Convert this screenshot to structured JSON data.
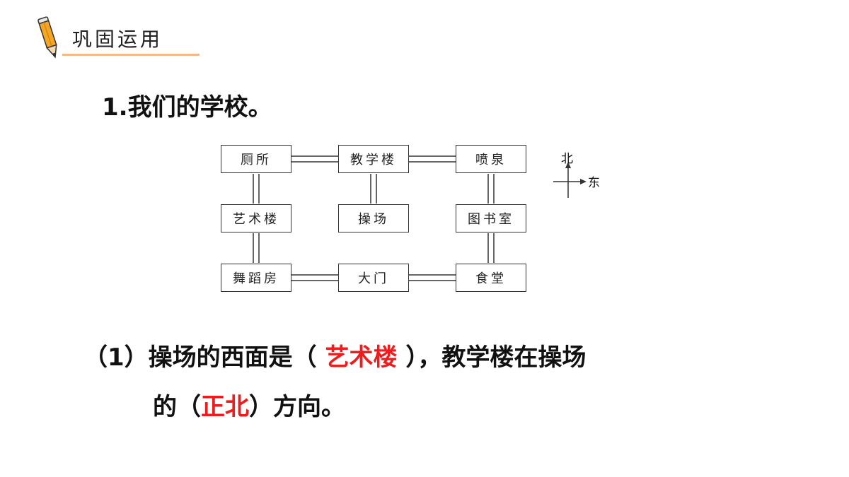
{
  "header": {
    "title": "巩固运用"
  },
  "question": {
    "title": "1.我们的学校。"
  },
  "map": {
    "rooms": {
      "r0c0": "厕所",
      "r0c1": "教学楼",
      "r0c2": "喷泉",
      "r1c0": "艺术楼",
      "r1c1": "操场",
      "r1c2": "图书室",
      "r2c0": "舞蹈房",
      "r2c1": "大门",
      "r2c2": "食堂"
    },
    "compass": {
      "north": "北",
      "east": "东"
    }
  },
  "answer": {
    "num": "（1）",
    "text1": "操场的西面是（ ",
    "fill1": "艺术楼",
    "text2": " ），教学楼在操场",
    "text3": "的（",
    "fill2": "正北",
    "text4": "）方向。"
  },
  "colors": {
    "accent_line": "#f5b887",
    "answer_red": "#ee1c1c",
    "pencil_body": "#f5a623"
  }
}
